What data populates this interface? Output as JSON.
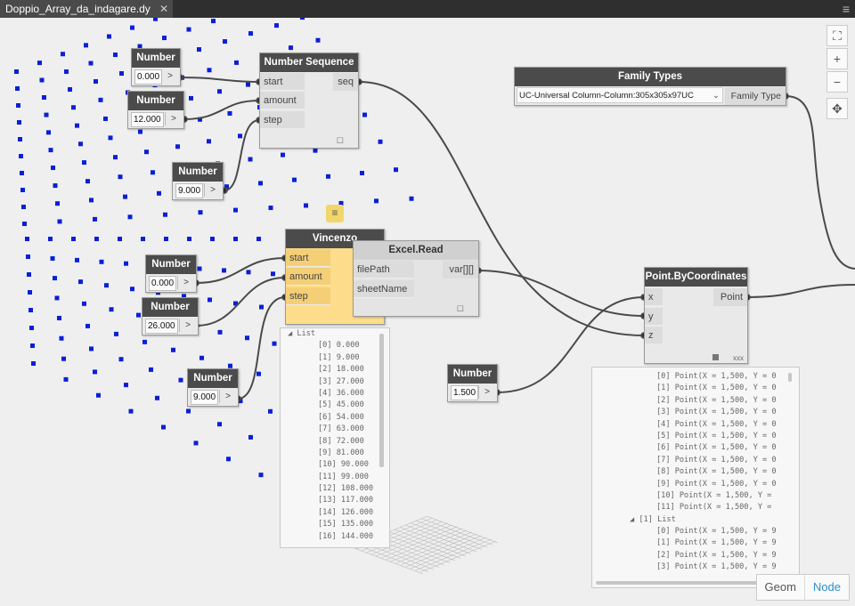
{
  "tab": {
    "title": "Doppio_Array_da_indagare.dy"
  },
  "nodes": {
    "number1": {
      "title": "Number",
      "value": "0.000",
      "arrow": ">"
    },
    "number2": {
      "title": "Number",
      "value": "12.000",
      "arrow": ">"
    },
    "number3": {
      "title": "Number",
      "value": "9.000",
      "arrow": ">"
    },
    "number4": {
      "title": "Number",
      "value": "0.000",
      "arrow": ">"
    },
    "number5": {
      "title": "Number",
      "value": "26.000",
      "arrow": ">"
    },
    "number6": {
      "title": "Number",
      "value": "9.000",
      "arrow": ">"
    },
    "number7": {
      "title": "Number",
      "value": "1.500",
      "arrow": ">"
    },
    "number_sequence": {
      "title": "Number Sequence",
      "inputs": [
        "start",
        "amount",
        "step"
      ],
      "output": "seq"
    },
    "vincenzo": {
      "title": "Vincenzo",
      "inputs": [
        "start",
        "amount",
        "step"
      ]
    },
    "excel_read": {
      "title": "Excel.Read",
      "inputs": [
        "filePath",
        "sheetName"
      ],
      "output": "var[][]"
    },
    "family_types": {
      "title": "Family Types",
      "selected": "UC-Universal Column-Column:305x305x97UC",
      "output": "Family Type"
    },
    "point_by_coordinates": {
      "title": "Point.ByCoordinates",
      "inputs": [
        "x",
        "y",
        "z"
      ],
      "output": "Point",
      "lacing": "xxx"
    }
  },
  "list_preview": {
    "header": "List",
    "items": [
      "[0] 0.000",
      "[1] 9.000",
      "[2] 18.000",
      "[3] 27.000",
      "[4] 36.000",
      "[5] 45.000",
      "[6] 54.000",
      "[7] 63.000",
      "[8] 72.000",
      "[9] 81.000",
      "[10] 90.000",
      "[11] 99.000",
      "[12] 108.000",
      "[13] 117.000",
      "[14] 126.000",
      "[15] 135.000",
      "[16] 144.000"
    ]
  },
  "point_preview": {
    "items": [
      "[0] Point(X = 1,500, Y = 0",
      "[1] Point(X = 1,500, Y = 0",
      "[2] Point(X = 1,500, Y = 0",
      "[3] Point(X = 1,500, Y = 0",
      "[4] Point(X = 1,500, Y = 0",
      "[5] Point(X = 1,500, Y = 0",
      "[6] Point(X = 1,500, Y = 0",
      "[7] Point(X = 1,500, Y = 0",
      "[8] Point(X = 1,500, Y = 0",
      "[9] Point(X = 1,500, Y = 0",
      "[10] Point(X = 1,500, Y =",
      "[11] Point(X = 1,500, Y ="
    ],
    "sublist_header": "[1] List",
    "sub_items": [
      "[0] Point(X = 1,500, Y = 9",
      "[1] Point(X = 1,500, Y = 9",
      "[2] Point(X = 1,500, Y = 9",
      "[3] Point(X = 1,500, Y = 9"
    ]
  },
  "controls": {
    "zoom_in": "+",
    "zoom_out": "−",
    "fit": "⛶",
    "pan": "✥",
    "geom": "Geom",
    "node": "Node"
  },
  "colors": {
    "point_blue": "#0a1fd6",
    "node_header": "#4b4b4b",
    "highlight_node": "#fddc8c",
    "wire": "#4a4a4a"
  }
}
